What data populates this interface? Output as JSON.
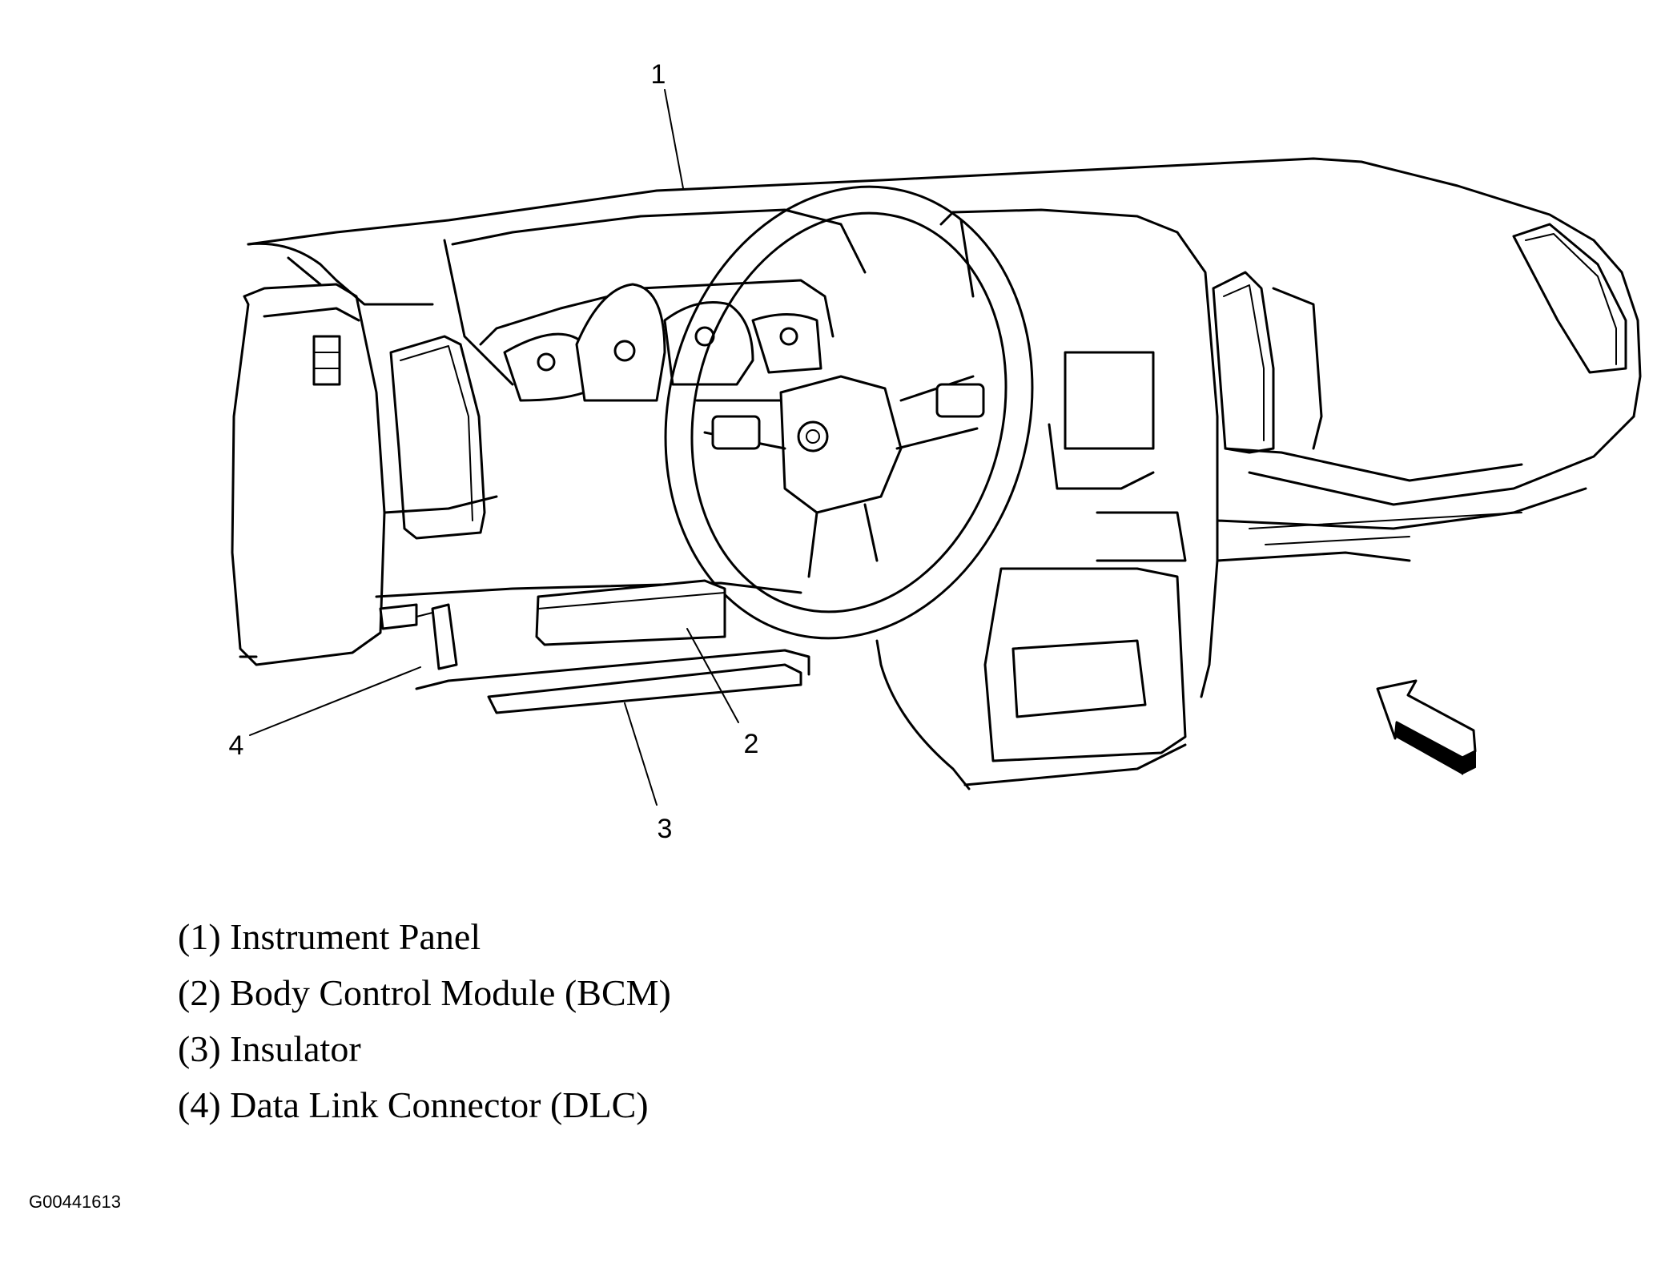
{
  "callouts": [
    {
      "number": "1",
      "part": "Instrument Panel"
    },
    {
      "number": "2",
      "part": "Body Control Module (BCM)"
    },
    {
      "number": "3",
      "part": "Insulator"
    },
    {
      "number": "4",
      "part": "Data Link Connector (DLC)"
    }
  ],
  "legend": [
    "(1) Instrument Panel",
    "(2) Body Control Module (BCM)",
    "(3) Insulator",
    "(4) Data Link Connector (DLC)"
  ],
  "figure_id": "G00441613",
  "icons": [
    "steering-wheel",
    "gauge-cluster",
    "air-vent",
    "view-direction-arrow"
  ]
}
